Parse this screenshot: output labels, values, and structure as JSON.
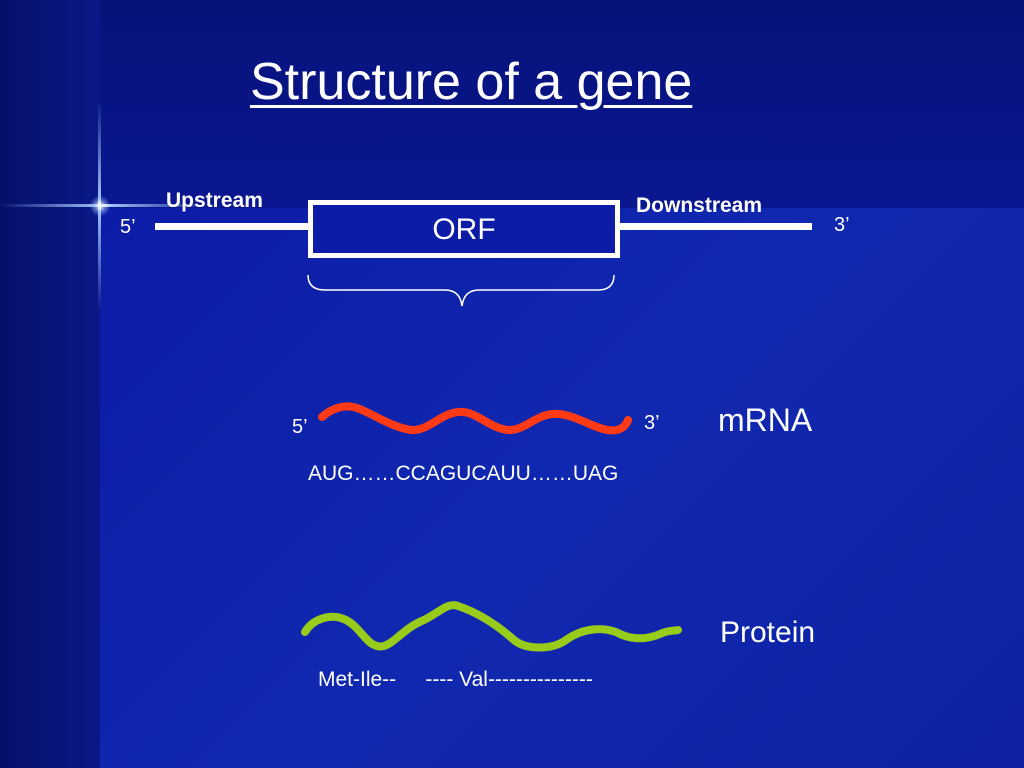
{
  "slide": {
    "title": "Structure of a gene"
  },
  "gene": {
    "five_prime": "5’",
    "three_prime": "3’",
    "upstream": "Upstream",
    "downstream": "Downstream",
    "orf": "ORF"
  },
  "mrna": {
    "five_prime": "5’",
    "three_prime": "3’",
    "label": "mRNA",
    "sequence": "AUG……CCAGUCAUU……UAG",
    "color": "#ff3a14"
  },
  "protein": {
    "label": "Protein",
    "sequence": "Met-Ile--     ---- Val---------------",
    "color": "#99cc1a"
  }
}
